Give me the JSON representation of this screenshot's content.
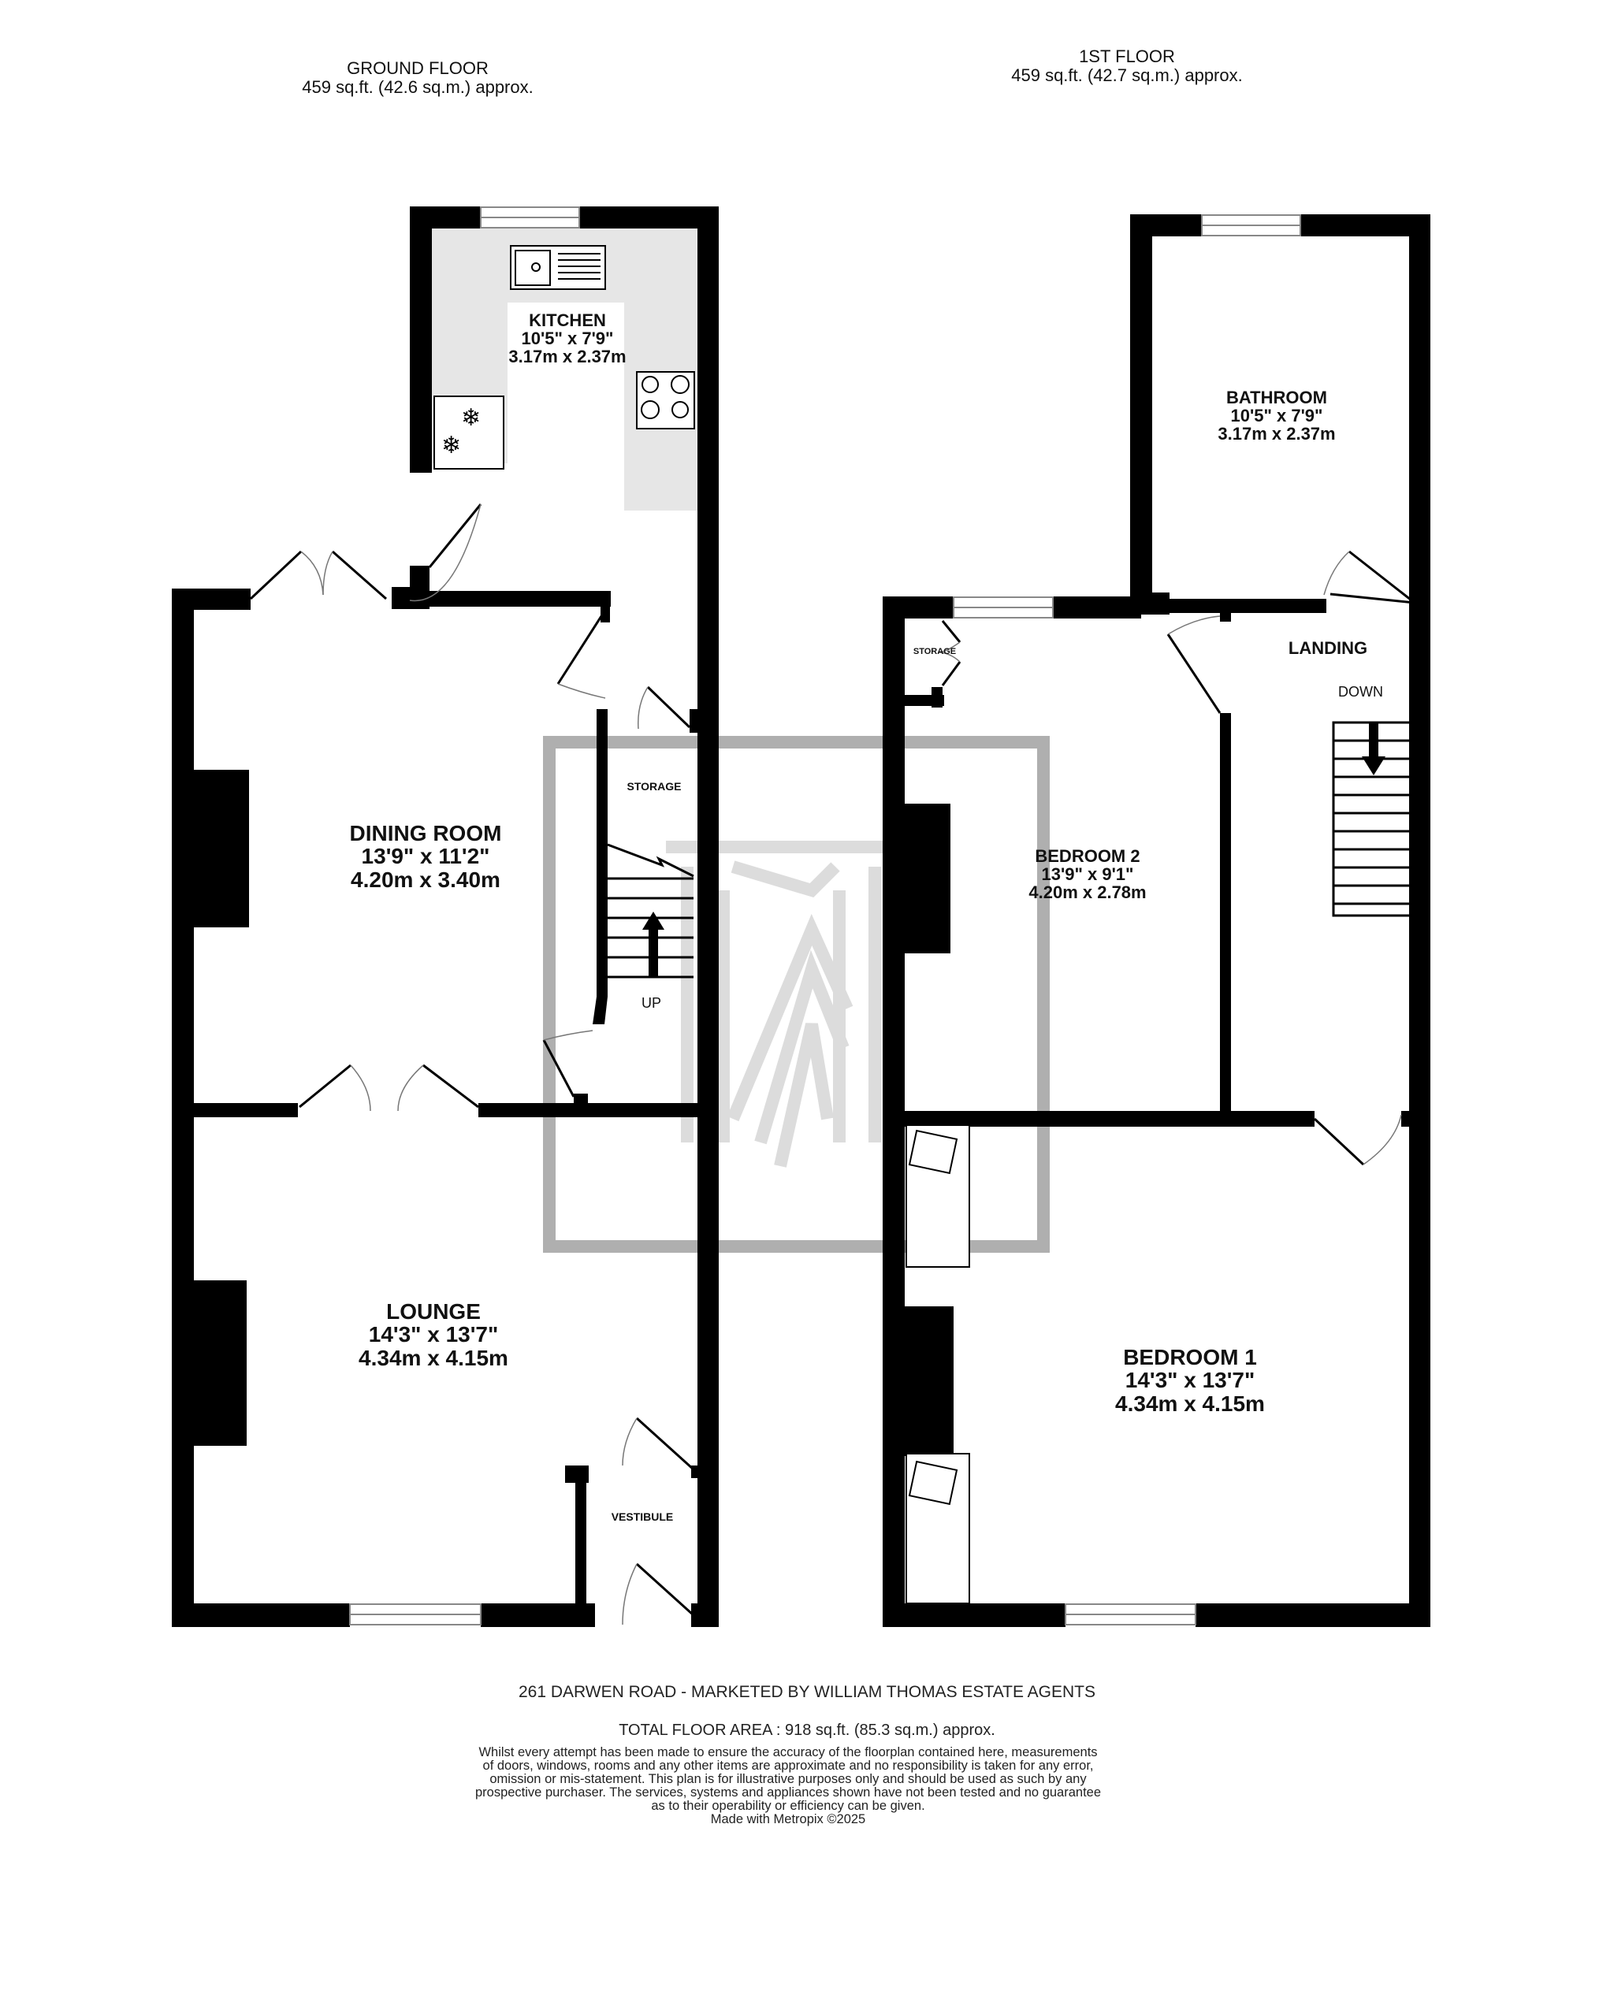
{
  "ground_floor": {
    "title": "GROUND FLOOR",
    "area": "459 sq.ft. (42.6 sq.m.) approx.",
    "rooms": {
      "kitchen": {
        "name": "KITCHEN",
        "dim_imperial": "10'5\"  x 7'9\"",
        "dim_metric": "3.17m  x 2.37m"
      },
      "dining_room": {
        "name": "DINING ROOM",
        "dim_imperial": "13'9\"  x 11'2\"",
        "dim_metric": "4.20m  x 3.40m"
      },
      "lounge": {
        "name": "LOUNGE",
        "dim_imperial": "14'3\"  x 13'7\"",
        "dim_metric": "4.34m  x 4.15m"
      },
      "storage": {
        "name": "STORAGE"
      },
      "vestibule": {
        "name": "VESTIBULE"
      }
    },
    "stairs_label": "UP"
  },
  "first_floor": {
    "title": "1ST FLOOR",
    "area": "459 sq.ft. (42.7 sq.m.) approx.",
    "rooms": {
      "bathroom": {
        "name": "BATHROOM",
        "dim_imperial": "10'5\"  x 7'9\"",
        "dim_metric": "3.17m  x 2.37m"
      },
      "bedroom_2": {
        "name": "BEDROOM 2",
        "dim_imperial": "13'9\"  x 9'1\"",
        "dim_metric": "4.20m  x 2.78m"
      },
      "bedroom_1": {
        "name": "BEDROOM 1",
        "dim_imperial": "14'3\"  x 13'7\"",
        "dim_metric": "4.34m  x 4.15m"
      },
      "landing": {
        "name": "LANDING"
      },
      "storage": {
        "name": "STORAGE"
      }
    },
    "stairs_label": "DOWN"
  },
  "footer": {
    "address": "261 DARWEN ROAD - MARKETED BY WILLIAM THOMAS ESTATE AGENTS",
    "total_area": "TOTAL FLOOR AREA : 918 sq.ft. (85.3 sq.m.) approx.",
    "disclaimer": [
      "Whilst every attempt has been made to ensure the accuracy of the floorplan contained here, measurements",
      "of doors, windows, rooms and any other items are approximate and no responsibility is taken for any error,",
      "omission or mis-statement. This plan is for illustrative purposes only and should be used as such by any",
      "prospective purchaser. The services, systems and appliances shown have not been tested and no guarantee",
      "as to their operability or efficiency can be given."
    ],
    "credit": "Made with Metropix ©2025"
  },
  "colors": {
    "wall": "#000000",
    "kitchen_floor": "#e6e6e6",
    "watermark": "#a6a6a6",
    "background": "#ffffff"
  }
}
